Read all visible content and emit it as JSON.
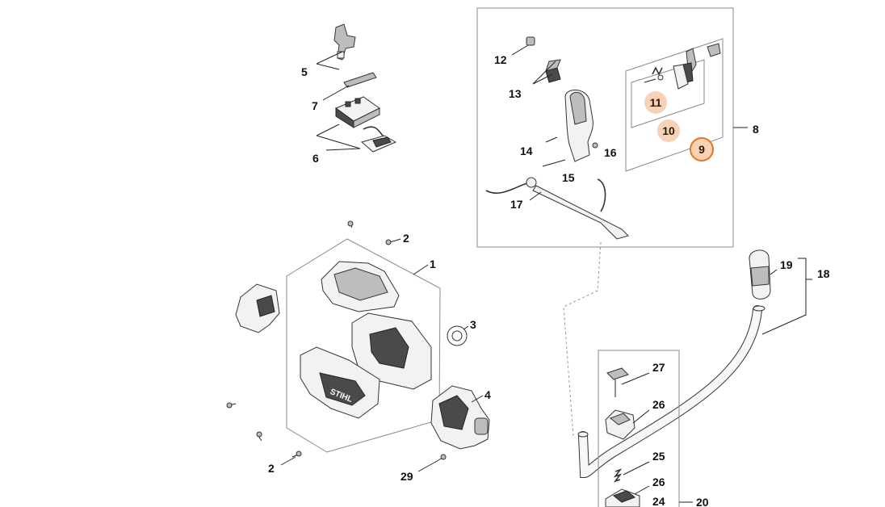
{
  "colors": {
    "highlight_fill": "#f8d2b6",
    "highlight_ring": "#e8741c",
    "line": "#222222",
    "frame": "#8a8a8a"
  },
  "callouts": {
    "c1": "1",
    "c2a": "2",
    "c2b": "2",
    "c3": "3",
    "c4": "4",
    "c5": "5",
    "c6": "6",
    "c7": "7",
    "c8": "8",
    "c9": "9",
    "c10": "10",
    "c11": "11",
    "c12": "12",
    "c13": "13",
    "c14": "14",
    "c15": "15",
    "c16": "16",
    "c17": "17",
    "c18": "18",
    "c19": "19",
    "c20": "20",
    "c24": "24",
    "c25": "25",
    "c26a": "26",
    "c26b": "26",
    "c27": "27",
    "c29": "29"
  },
  "housing_logo": "STIHL"
}
